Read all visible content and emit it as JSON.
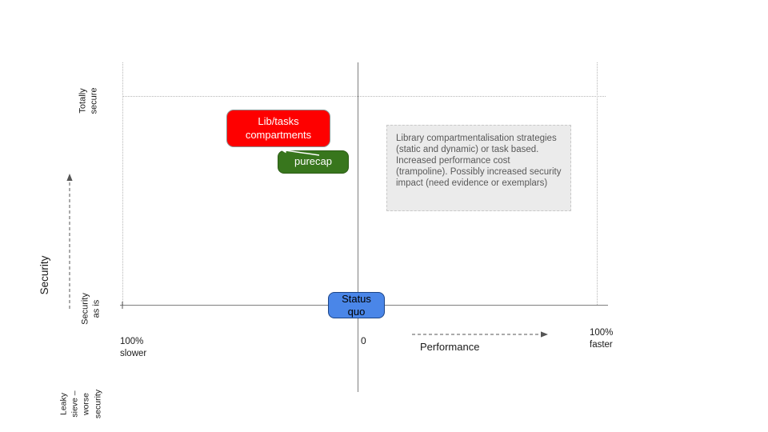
{
  "colors": {
    "axis": "#7f7f7f",
    "guide": "#b7b7b7",
    "direction_arrow": "#555555",
    "label": "#1a1a1a"
  },
  "y_axis": {
    "label": "Security",
    "top_tick": "Totally\nsecure",
    "origin_tick": "Security\nas is",
    "bottom_tick": "Leaky\nsieve –\nworse\nsecurity"
  },
  "x_axis": {
    "label": "Performance",
    "left_tick": "100%\nslower",
    "origin_tick": "0",
    "right_tick": "100%\nfaster"
  },
  "nodes": [
    {
      "id": "lib-tasks-compartments",
      "label": "Lib/tasks\ncompartments",
      "fill": "#fe0000",
      "border": "#8e8e8e",
      "text_color": "#ffffff"
    },
    {
      "id": "purecap",
      "label": "purecap",
      "fill": "#38761d",
      "border": "#2d5c16",
      "text_color": "#ffffff"
    },
    {
      "id": "status-quo",
      "label": "Status\nquo",
      "fill": "#4a86e8",
      "border": "#1c4587",
      "text_color": "#000000"
    }
  ],
  "annotation": {
    "text": "Library compartmentalisation strategies (static and dynamic) or task based. Increased performance cost (trampoline). Possibly increased security impact (need evidence or exemplars)",
    "bg": "#ebebeb",
    "border": "#c9c9c9",
    "text_color": "#595959"
  }
}
